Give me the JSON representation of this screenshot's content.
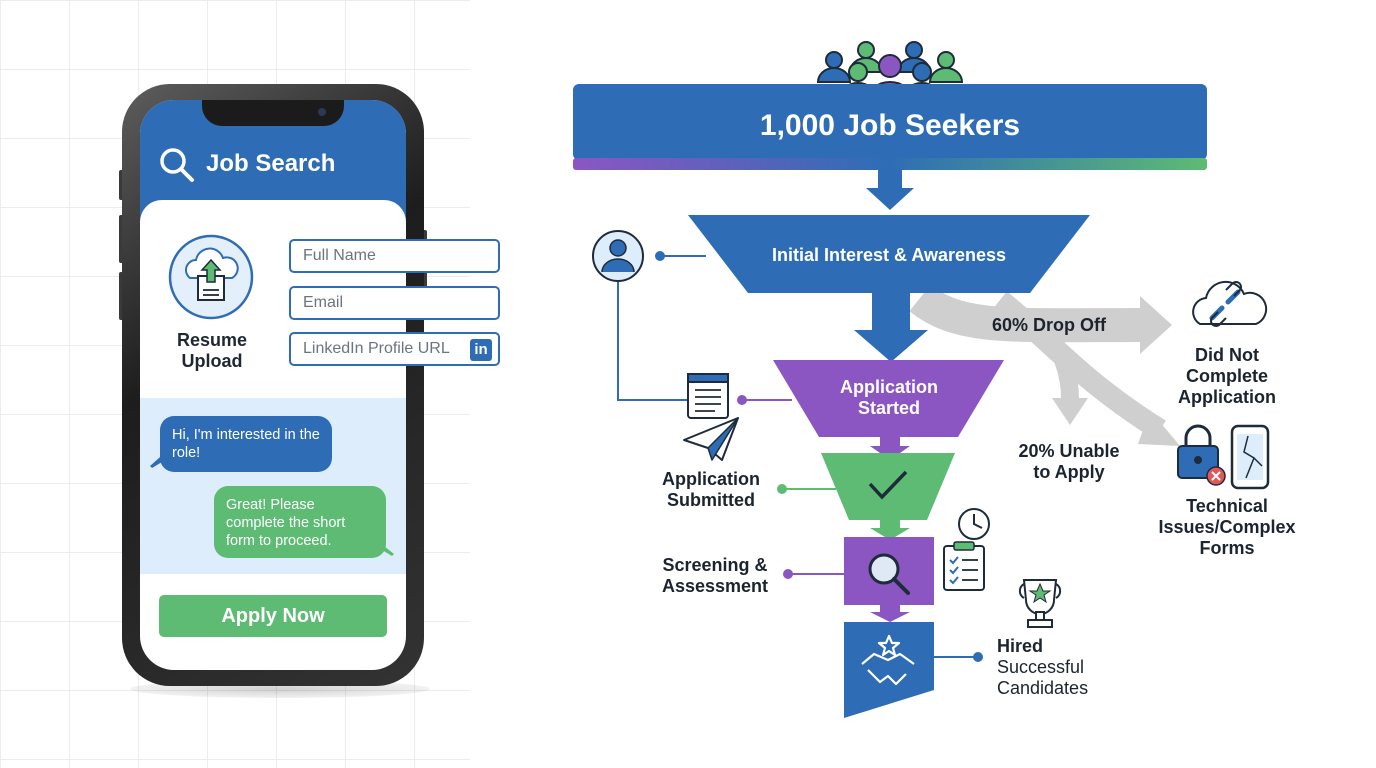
{
  "phone": {
    "header_title": "Job Search",
    "upload_label": "Resume Upload",
    "fields": [
      {
        "placeholder": "Full Name"
      },
      {
        "placeholder": "Email"
      },
      {
        "placeholder": "LinkedIn Profile URL",
        "badge": "in"
      }
    ],
    "chat": {
      "incoming": "Hi, I'm interested in the role!",
      "reply": "Great! Please complete the short form to proceed."
    },
    "apply_button": "Apply Now"
  },
  "funnel": {
    "top_banner": "1,000 Job Seekers",
    "stages": [
      {
        "id": "awareness",
        "label": "Initial Interest & Awareness"
      },
      {
        "id": "started",
        "label": "Application Started"
      },
      {
        "id": "submitted",
        "label": "Application Submitted"
      },
      {
        "id": "screening",
        "label": "Screening & Assessment"
      },
      {
        "id": "hired",
        "label_title": "Hired",
        "label_detail": "Successful Candidates"
      }
    ],
    "dropoffs": [
      {
        "percent_label": "60% Drop Off",
        "reason": "Did Not Complete Application"
      },
      {
        "percent_label": "20% Unable to Apply",
        "reason": "Technical Issues/Complex Forms"
      }
    ]
  },
  "colors": {
    "blue": "#2e6db5",
    "purple": "#8c56c2",
    "green": "#5dbb74",
    "gray_arrow": "#cfcfcf",
    "text_dark": "#1c2430"
  }
}
